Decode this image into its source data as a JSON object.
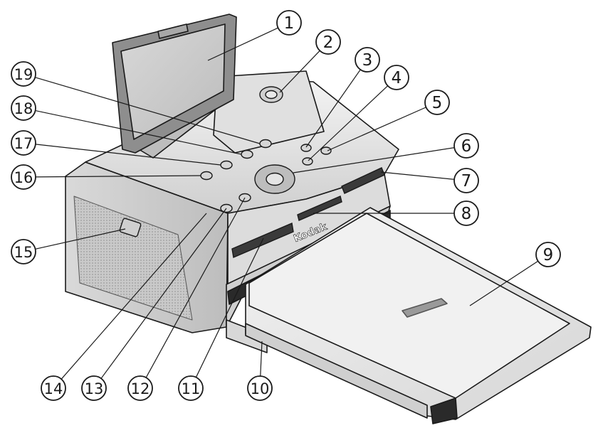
{
  "diagram": {
    "brand_logo": "Kodak",
    "callouts": [
      {
        "id": 1,
        "label": "1"
      },
      {
        "id": 2,
        "label": "2"
      },
      {
        "id": 3,
        "label": "3"
      },
      {
        "id": 4,
        "label": "4"
      },
      {
        "id": 5,
        "label": "5"
      },
      {
        "id": 6,
        "label": "6"
      },
      {
        "id": 7,
        "label": "7"
      },
      {
        "id": 8,
        "label": "8"
      },
      {
        "id": 9,
        "label": "9"
      },
      {
        "id": 10,
        "label": "10"
      },
      {
        "id": 11,
        "label": "11"
      },
      {
        "id": 12,
        "label": "12"
      },
      {
        "id": 13,
        "label": "13"
      },
      {
        "id": 14,
        "label": "14"
      },
      {
        "id": 15,
        "label": "15"
      },
      {
        "id": 16,
        "label": "16"
      },
      {
        "id": 17,
        "label": "17"
      },
      {
        "id": 18,
        "label": "18"
      },
      {
        "id": 19,
        "label": "19"
      }
    ]
  },
  "colors": {
    "body_light": "#ededed",
    "body_mid": "#d2d2d2",
    "body_dark": "#8c8c8c",
    "outline": "#1a1a1a",
    "screen": "#c8c8c8",
    "tray": "#e4e4e4"
  }
}
